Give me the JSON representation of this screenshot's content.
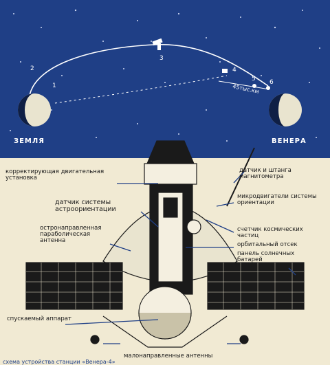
{
  "scene": {
    "earth_label": "ЗЕМЛЯ",
    "venus_label": "ВЕНЕРА",
    "points": [
      "1",
      "2",
      "3",
      "4",
      "5",
      "6"
    ],
    "distance_label": "45тыс.км"
  },
  "labels": {
    "correcting_engine": "корректирующая двигательная установка",
    "astro_sensor": "датчик системы астроориентации",
    "parabolic_antenna": "остронаправленная параболическая антенна",
    "lander": "спускаемый аппарат",
    "magnetometer": "датчик и штанга магнитометра",
    "micro_engines": "микродвигатели системы ориентации",
    "particle_counter": "счетчик космических частиц",
    "orbital_module": "орбитальный отсек",
    "solar_panels": "панель солнечных батарей",
    "low_gain_antennas": "малонаправленные антенны"
  },
  "caption": "схема устройства станции «Венера-4»",
  "colors": {
    "space": "#1f3f86",
    "paper": "#f1ead3",
    "ink": "#1a1a1a",
    "leader": "#1f3f86"
  }
}
